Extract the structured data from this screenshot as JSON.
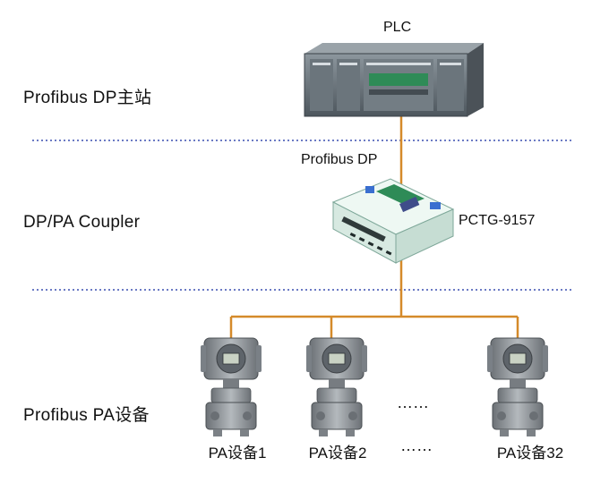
{
  "levels": {
    "master": "Profibus DP主站",
    "coupler": "DP/PA Coupler",
    "devices": "Profibus PA设备"
  },
  "plc": {
    "label": "PLC"
  },
  "bus": {
    "dp_label": "Profibus DP"
  },
  "coupler": {
    "model": "PCTG-9157"
  },
  "pa_devices": [
    {
      "label": "PA设备1"
    },
    {
      "label": "PA设备2"
    },
    {
      "label": "PA设备32"
    }
  ],
  "ellipsis_middle": "……",
  "ellipsis_bottom": "……",
  "colors": {
    "bus_line": "#d58a2a",
    "divider": "#3a4fb0",
    "plc_body": "#5f6a72",
    "coupler_body": "#e9f4ef",
    "device_body": "#8a8f94"
  }
}
